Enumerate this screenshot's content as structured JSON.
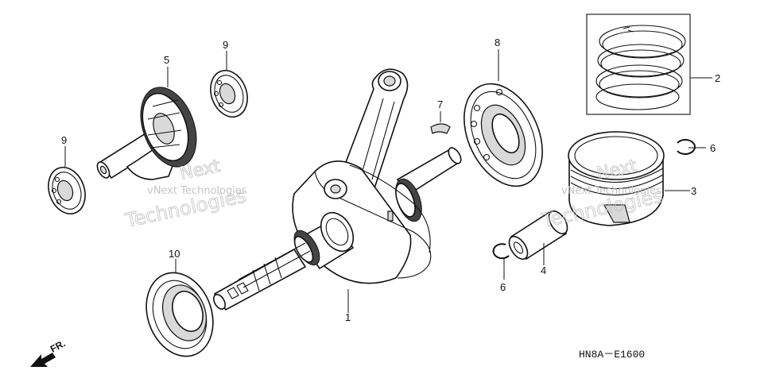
{
  "diagram": {
    "callouts": [
      "1",
      "2",
      "3",
      "4",
      "5",
      "6",
      "6",
      "7",
      "8",
      "9",
      "9",
      "10"
    ],
    "direction_label": "FR.",
    "code": "HN8A－E1600",
    "watermarks": [
      {
        "line1": "vNext Technologies",
        "line2": "Next",
        "line3": "Technologies"
      },
      {
        "line1": "vNext Technologies",
        "line2": "Next",
        "line3": "Technologies"
      }
    ]
  }
}
